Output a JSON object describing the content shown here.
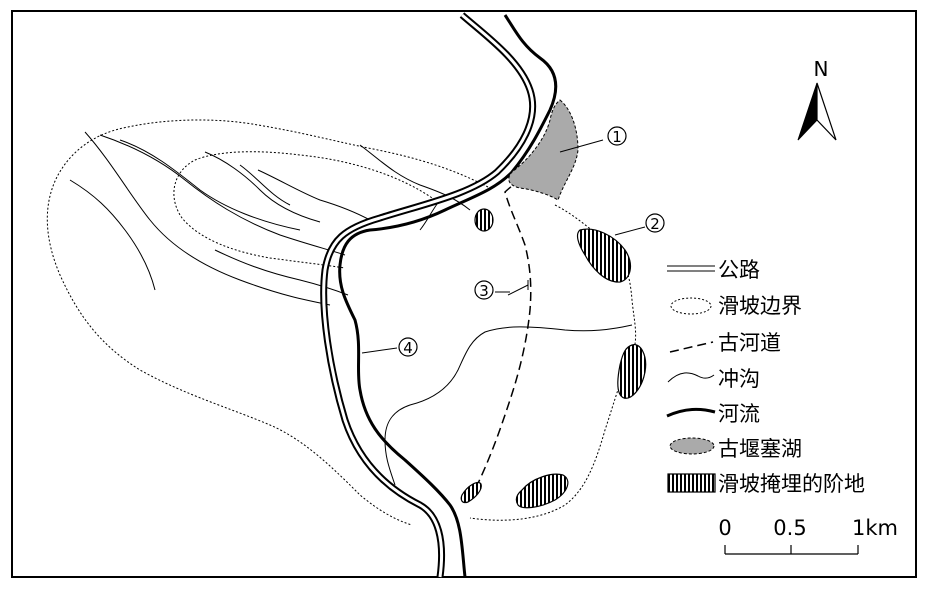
{
  "map": {
    "north_label": "N",
    "markers": [
      "1",
      "2",
      "3",
      "4"
    ],
    "legend": {
      "road": "公路",
      "landslide_boundary": "滑坡边界",
      "ancient_channel": "古河道",
      "gully": "冲沟",
      "river": "河流",
      "ancient_dammed_lake": "古堰塞湖",
      "buried_terrace": "滑坡掩埋的阶地"
    },
    "scale": {
      "ticks": [
        "0",
        "0.5",
        "1km"
      ]
    },
    "colors": {
      "lake_fill": "#aaaaaa",
      "ink": "#000000",
      "background": "#ffffff"
    }
  }
}
